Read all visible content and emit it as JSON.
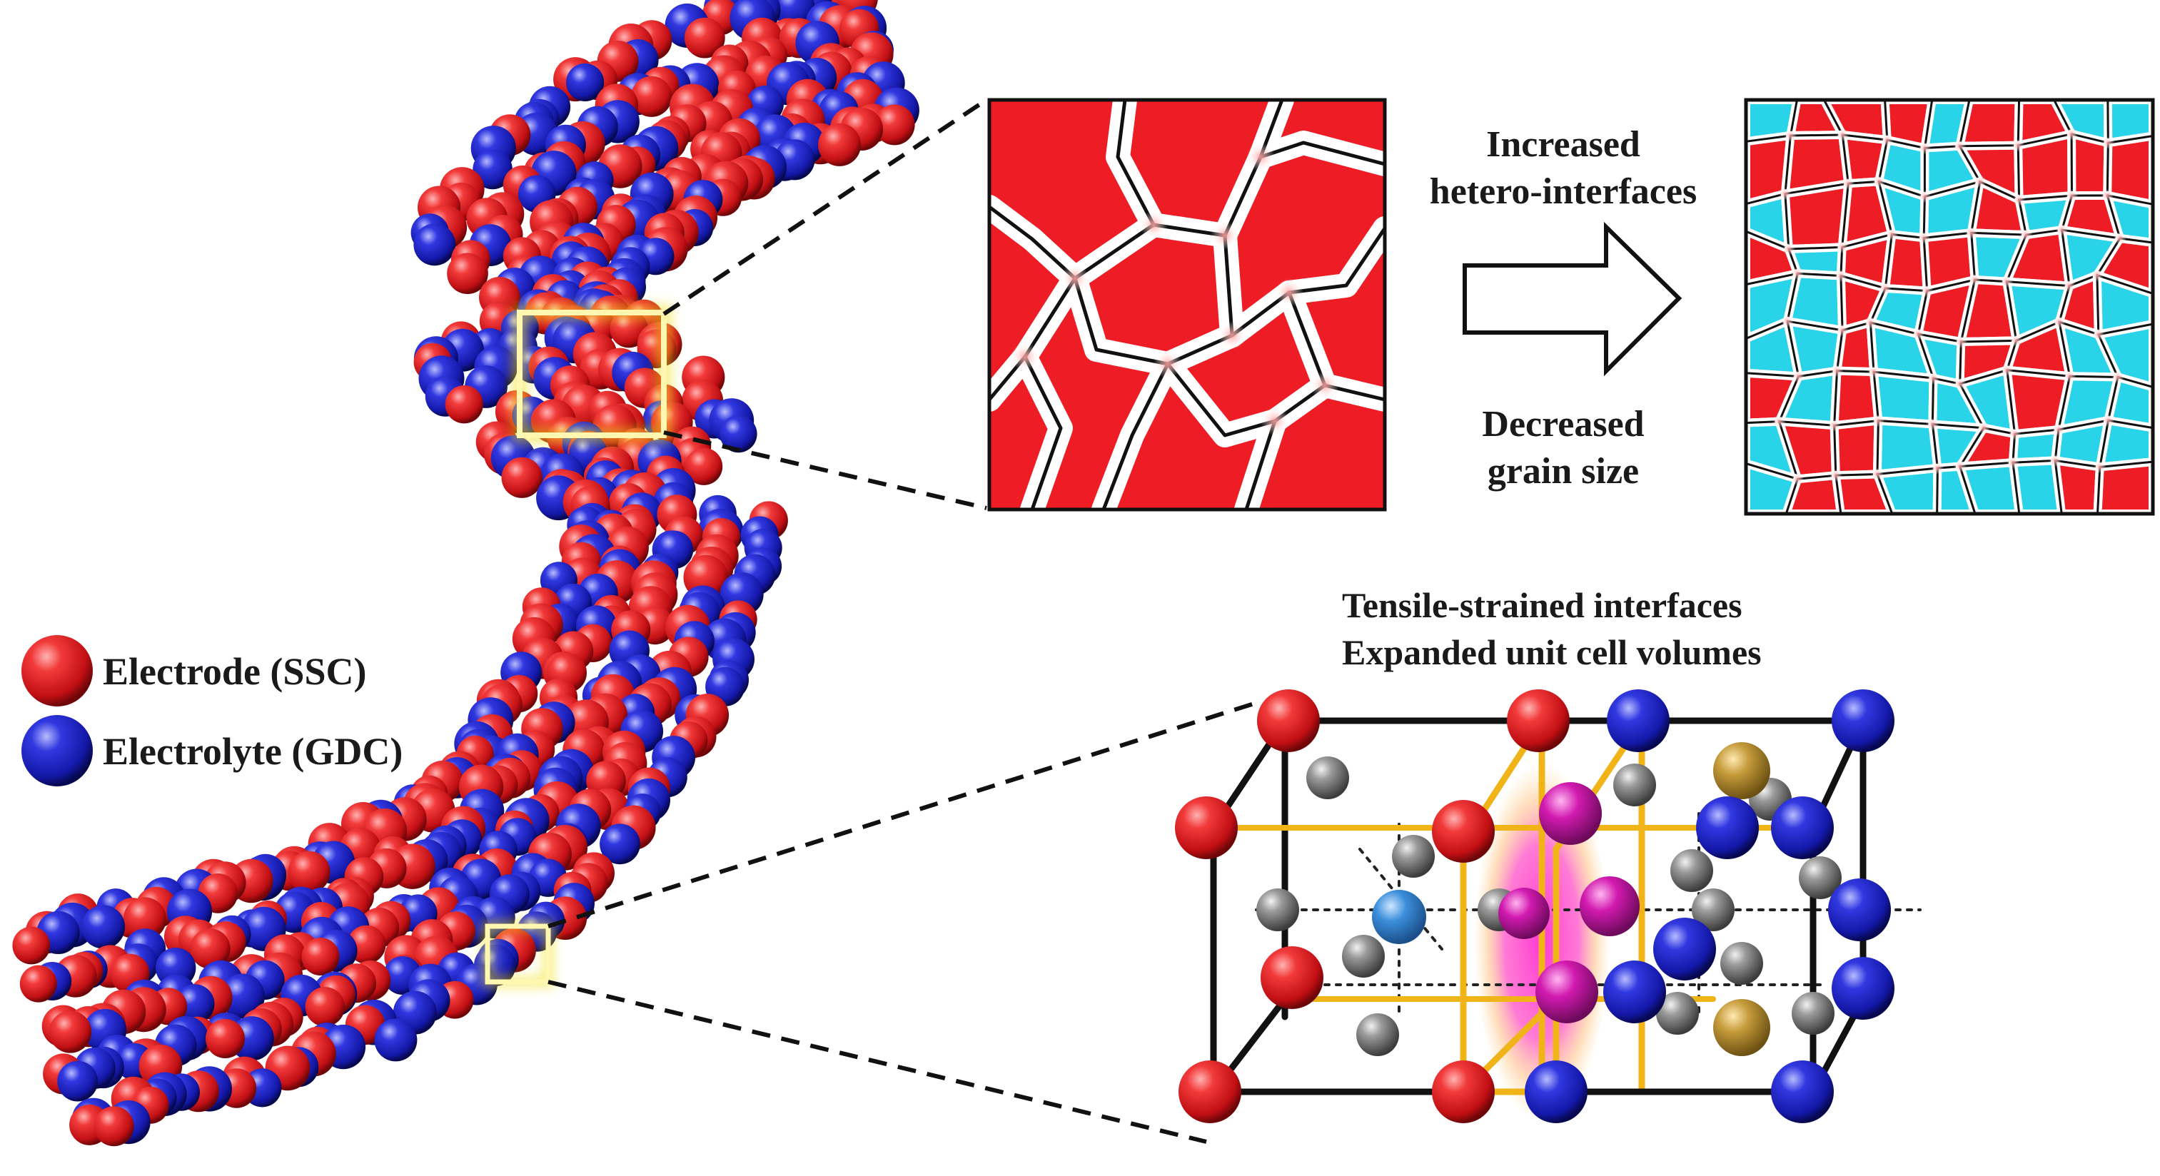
{
  "legend": {
    "items": [
      {
        "label": "Electrode (SSC)",
        "color": "#e11c22"
      },
      {
        "label": "Electrolyte (GDC)",
        "color": "#1d22c9"
      }
    ]
  },
  "process": {
    "top_label_line1": "Increased",
    "top_label_line2": "hetero-interfaces",
    "bottom_label_line1": "Decreased",
    "bottom_label_line2": "grain size"
  },
  "crystal": {
    "line1": "Tensile-strained interfaces",
    "line2": "Expanded unit cell volumes"
  },
  "colors": {
    "electrode": "#e11c22",
    "electrolyte": "#1d22c9",
    "grain_red": "#ee1c24",
    "grain_cyan": "#29d3e8",
    "highlight": "#f2e01a",
    "bond_gold": "#f0b418",
    "interface_glow": "#ff3bd6",
    "oxygen_gray": "#7d7d7d",
    "cation_blue": "#3c8fdc",
    "cation_gold": "#c49a3a"
  }
}
